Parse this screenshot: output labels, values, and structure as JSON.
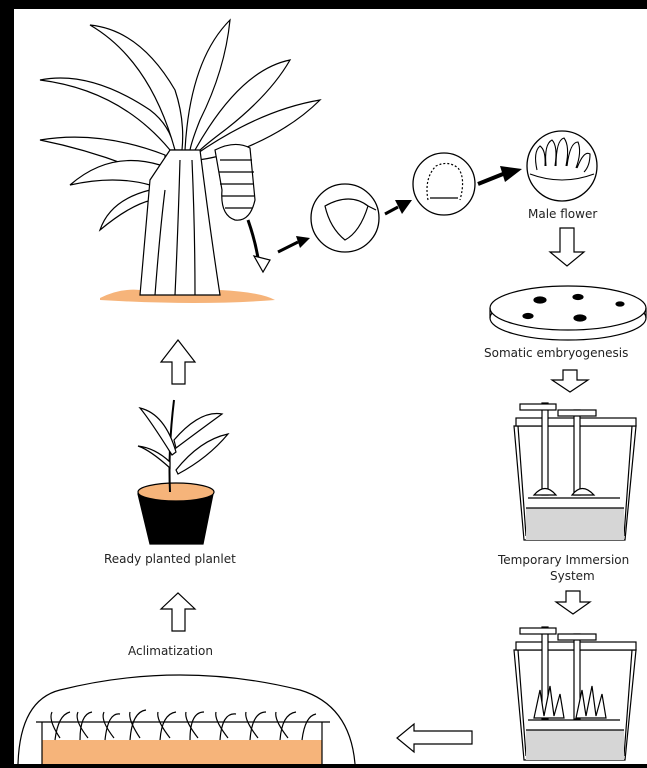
{
  "labels": {
    "male_flower": "Male flower",
    "somatic": "Somatic embryogenesis",
    "tis_line1": "Temporary Immersion",
    "tis_line2": "System",
    "ready": "Ready planted planlet",
    "aclimatization": "Aclimatization"
  },
  "colors": {
    "soil": "#f6b47a",
    "liquid": "#d6d6d6",
    "outline": "#000000",
    "pot": "#000000"
  }
}
